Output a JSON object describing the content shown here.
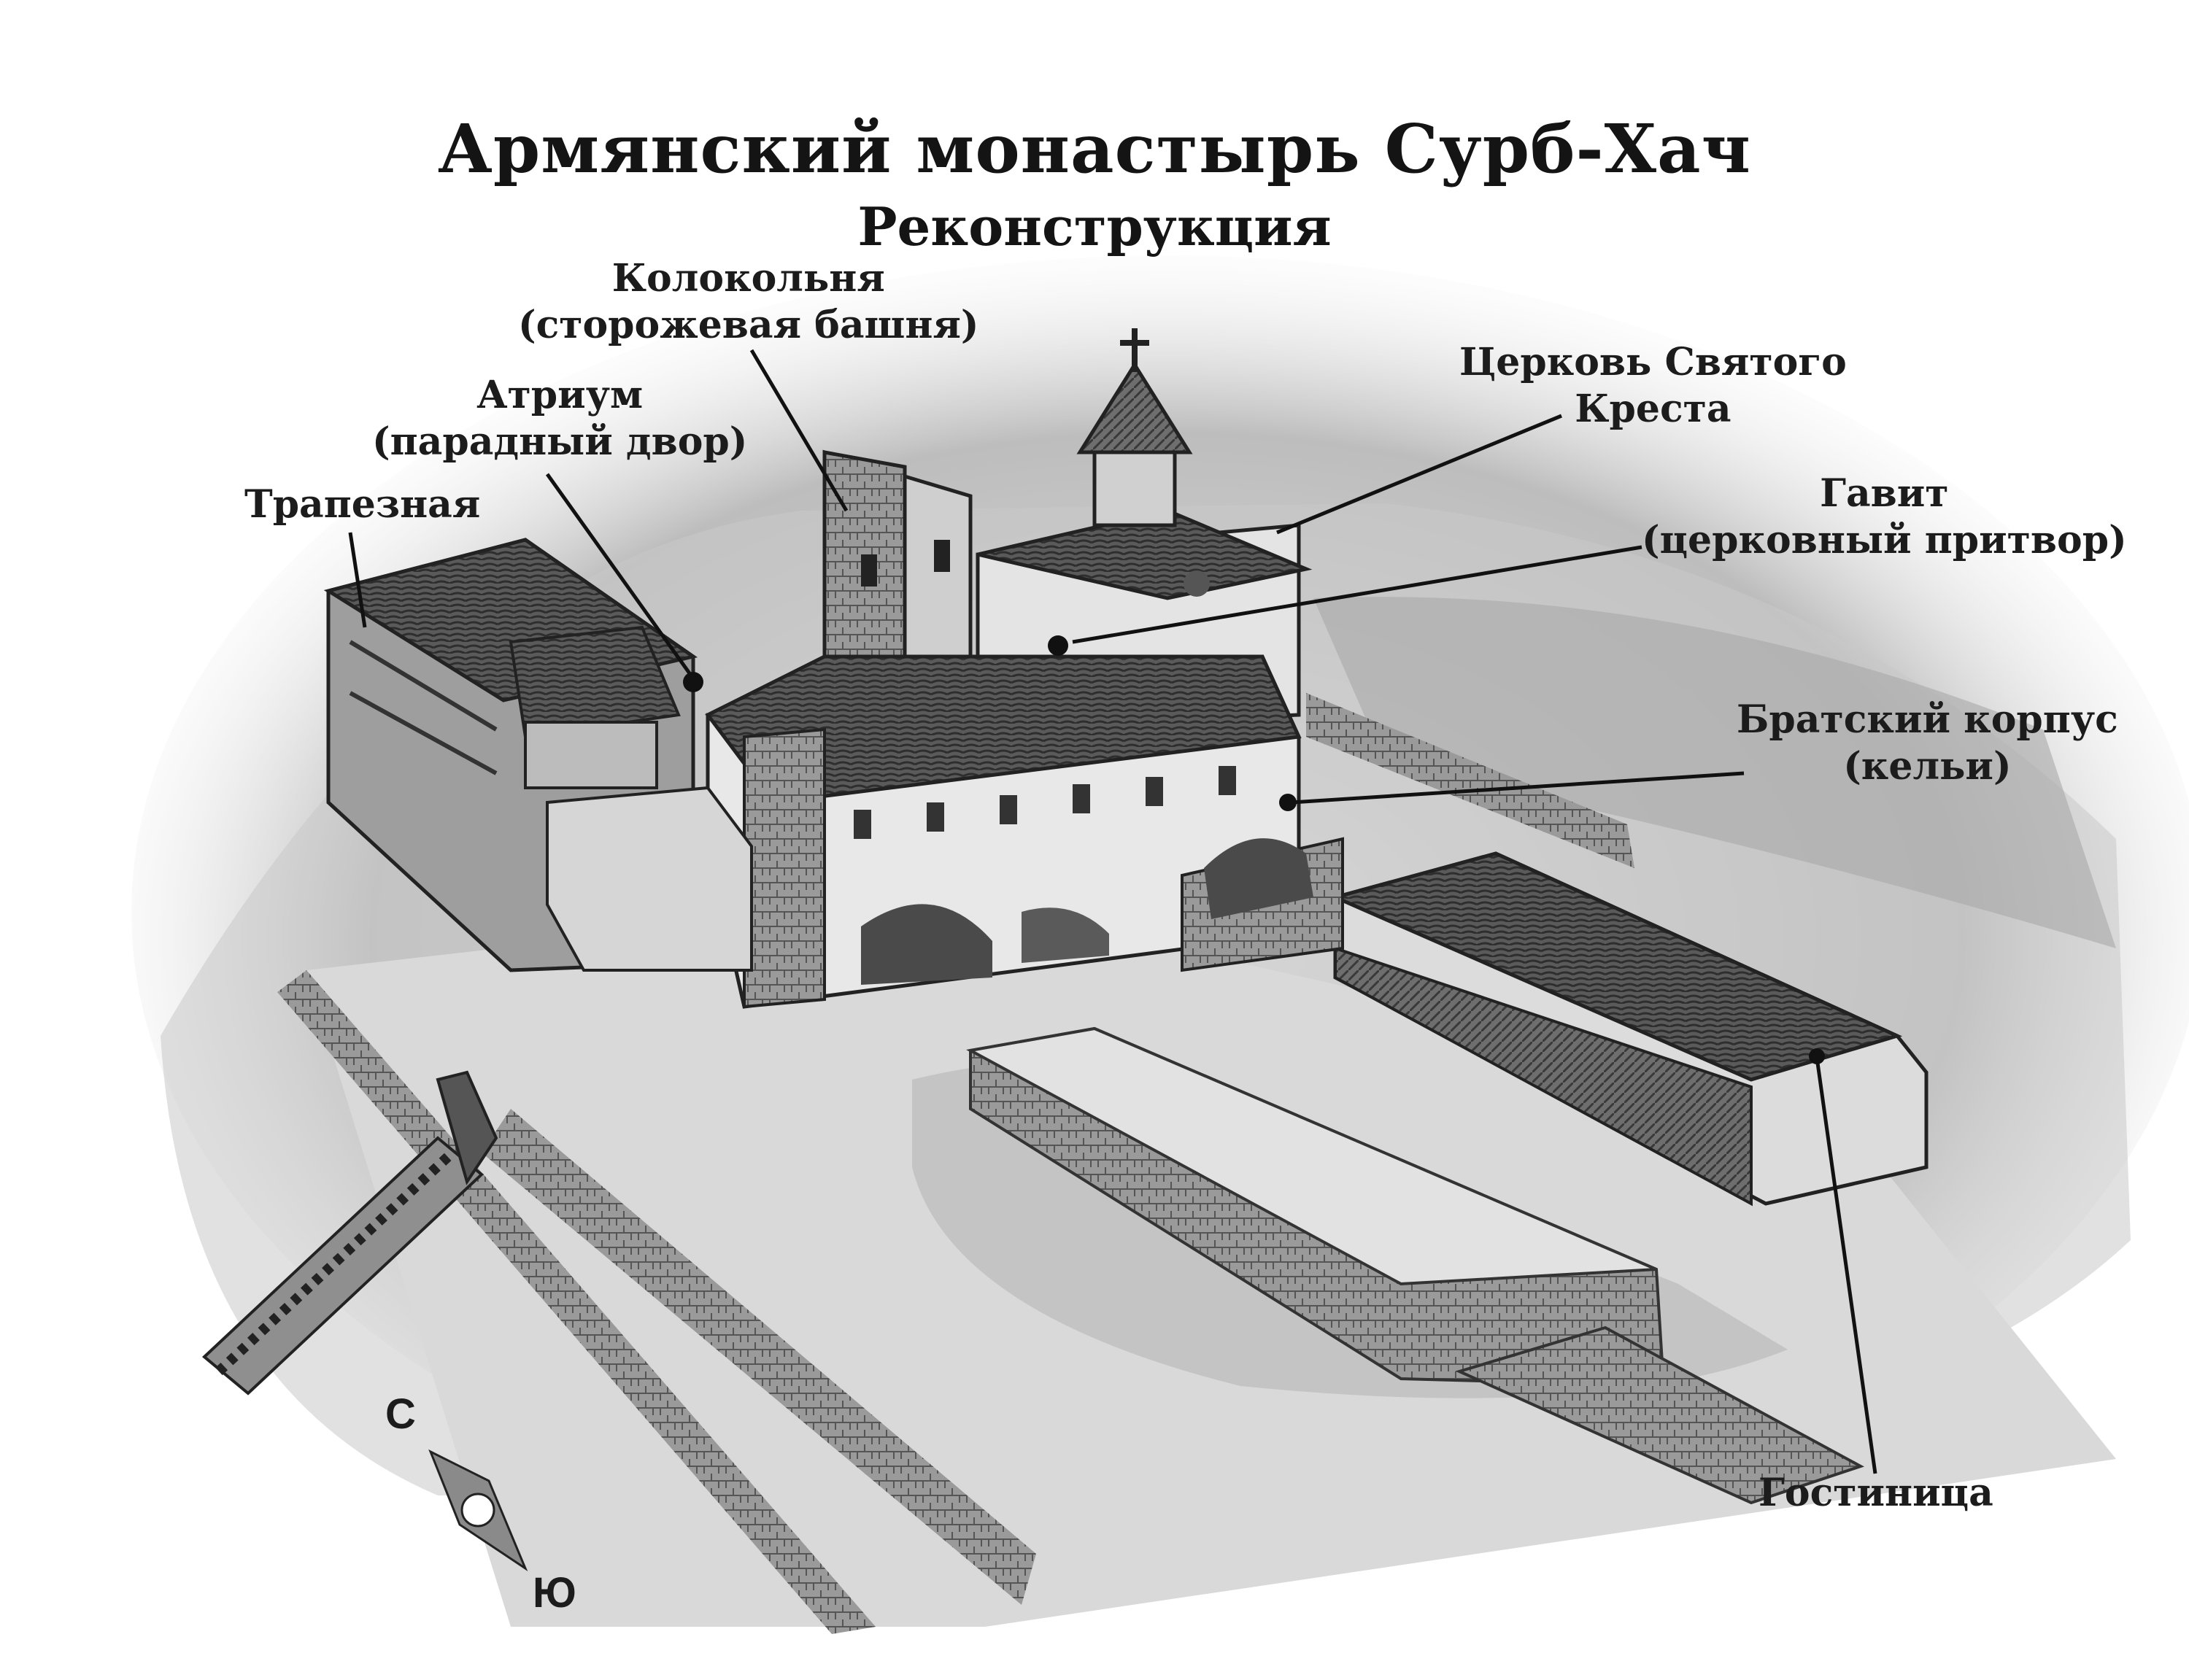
{
  "title": "Армянский монастырь Сурб-Хач",
  "subtitle": "Реконструкция",
  "labels": {
    "belfry": {
      "line1": "Колокольня",
      "line2": "(сторожевая башня)"
    },
    "atrium": {
      "line1": "Атриум",
      "line2": "(парадный двор)"
    },
    "refectory": "Трапезная",
    "church": {
      "line1": "Церковь Святого",
      "line2": "Креста"
    },
    "gavit": {
      "line1": "Гавит",
      "line2": "(церковный притвор)"
    },
    "cells": {
      "line1": "Братский корпус",
      "line2": "(кельи)"
    },
    "hotel": "Гостиница"
  },
  "compass": {
    "north": "С",
    "south": "Ю"
  }
}
